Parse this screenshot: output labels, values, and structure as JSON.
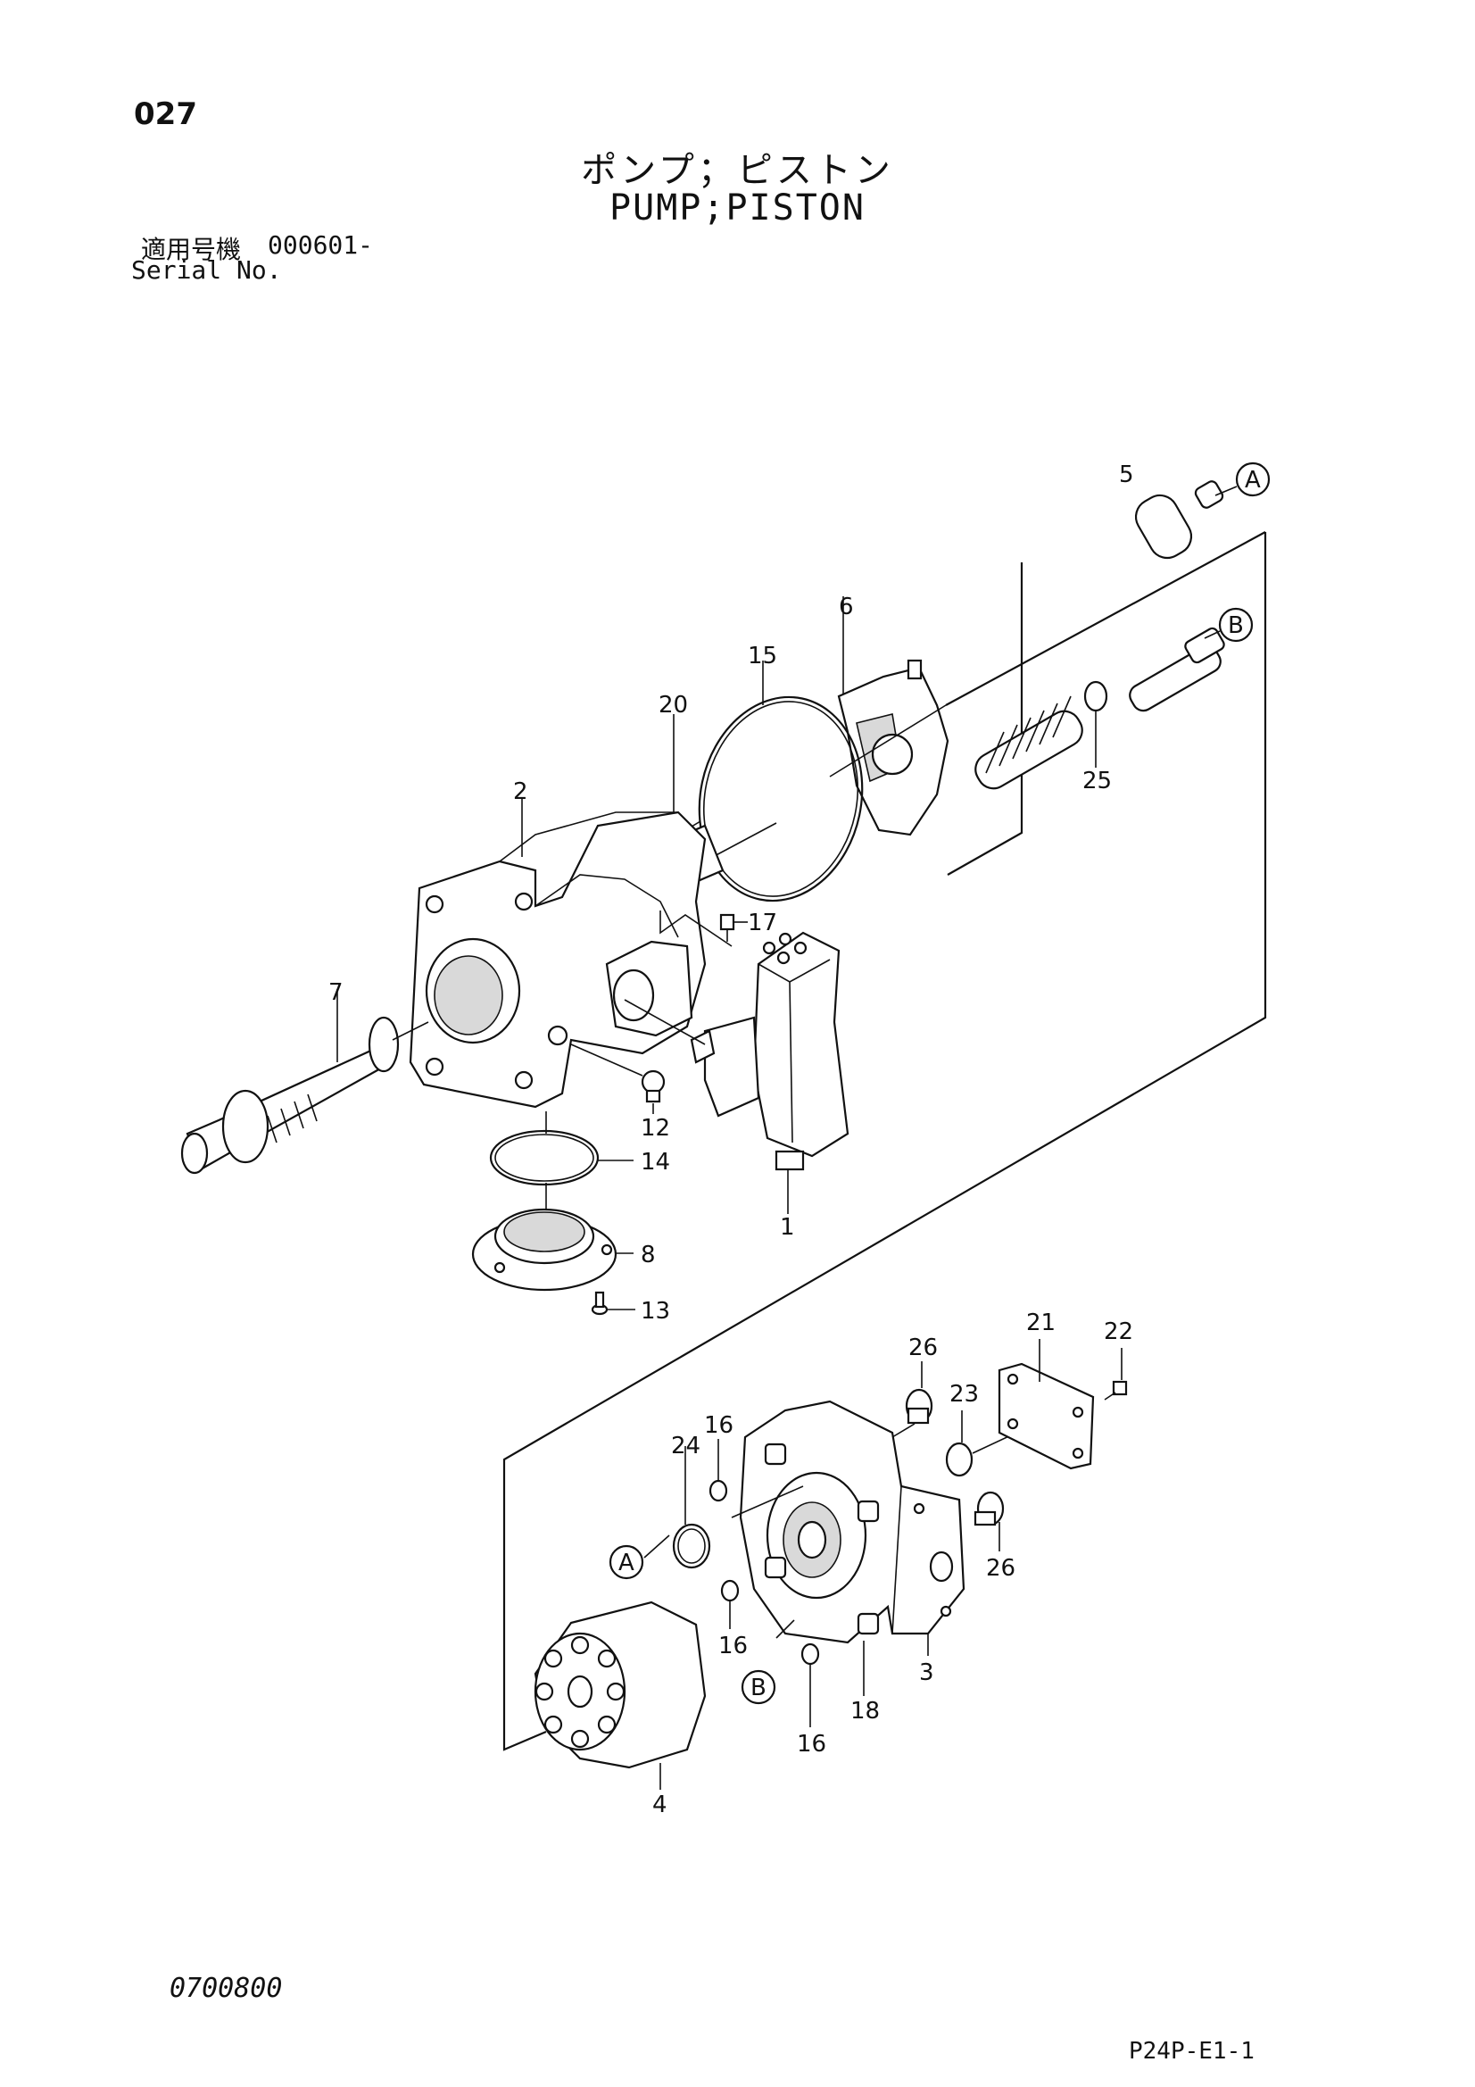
{
  "header": {
    "page_number": "027",
    "title_jp": "ポンプ；ピストン",
    "title_en": "PUMP;PISTON",
    "serial_label_jp": "適用号機",
    "serial_value": "000601-",
    "serial_label_en": "Serial No."
  },
  "footer": {
    "doc_code": "0700800",
    "page_ref": "P24P-E1-1"
  },
  "callouts": {
    "p1": "1",
    "p2": "2",
    "p3": "3",
    "p4": "4",
    "p5": "5",
    "p6": "6",
    "p7": "7",
    "p8": "8",
    "p12": "12",
    "p13": "13",
    "p14": "14",
    "p15": "15",
    "p16a": "16",
    "p16b": "16",
    "p16c": "16",
    "p17": "17",
    "p18": "18",
    "p20": "20",
    "p21": "21",
    "p22": "22",
    "p23": "23",
    "p24": "24",
    "p25": "25",
    "p26a": "26",
    "p26b": "26",
    "refA1": "A",
    "refB1": "B",
    "refA2": "A",
    "refB2": "B"
  }
}
